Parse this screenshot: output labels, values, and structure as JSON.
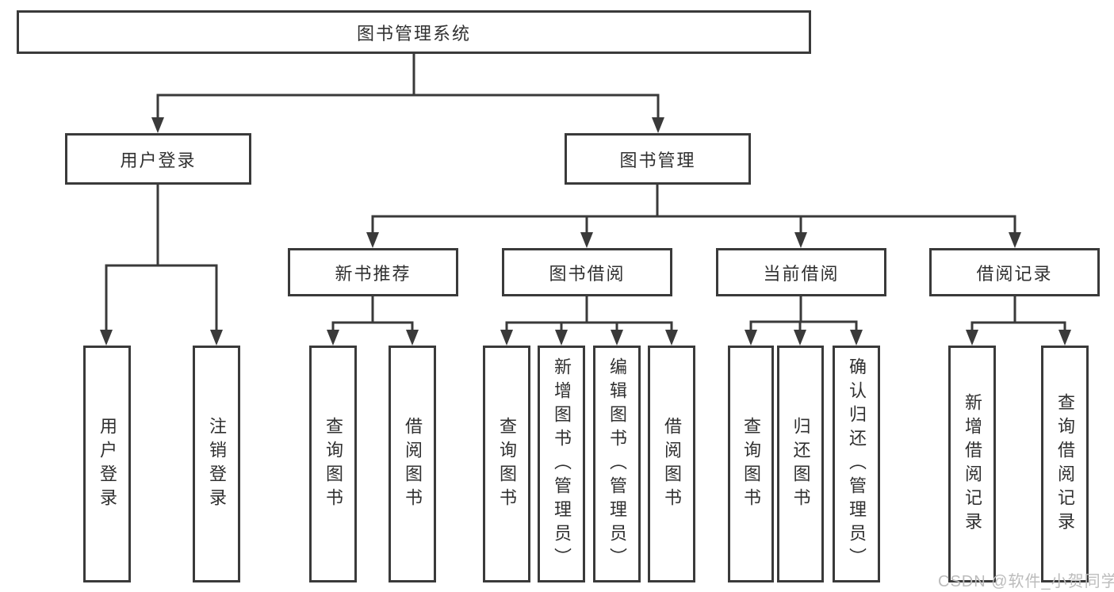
{
  "diagram_title": "图书管理系统",
  "tree": {
    "root": {
      "label": "图书管理系统"
    },
    "branches": [
      {
        "label": "用户登录",
        "leaves": [
          {
            "label": "用户登录"
          },
          {
            "label": "注销登录"
          }
        ]
      },
      {
        "label": "图书管理",
        "groups": [
          {
            "label": "新书推荐",
            "leaves": [
              {
                "label": "查询图书"
              },
              {
                "label": "借阅图书"
              }
            ]
          },
          {
            "label": "图书借阅",
            "leaves": [
              {
                "label": "查询图书"
              },
              {
                "label": "新增图书（管理员）"
              },
              {
                "label": "编辑图书（管理员）"
              },
              {
                "label": "借阅图书"
              }
            ]
          },
          {
            "label": "当前借阅",
            "leaves": [
              {
                "label": "查询图书"
              },
              {
                "label": "归还图书"
              },
              {
                "label": "确认归还（管理员）"
              }
            ]
          },
          {
            "label": "借阅记录",
            "leaves": [
              {
                "label": "新增借阅记录"
              },
              {
                "label": "查询借阅记录"
              }
            ]
          }
        ]
      }
    ]
  },
  "watermark": {
    "text": "CSDN @软件_小贺同学"
  },
  "colors": {
    "line": "#3a3a3a",
    "text": "#303030",
    "watermark": "#bcbcbc",
    "bg": "#ffffff"
  }
}
